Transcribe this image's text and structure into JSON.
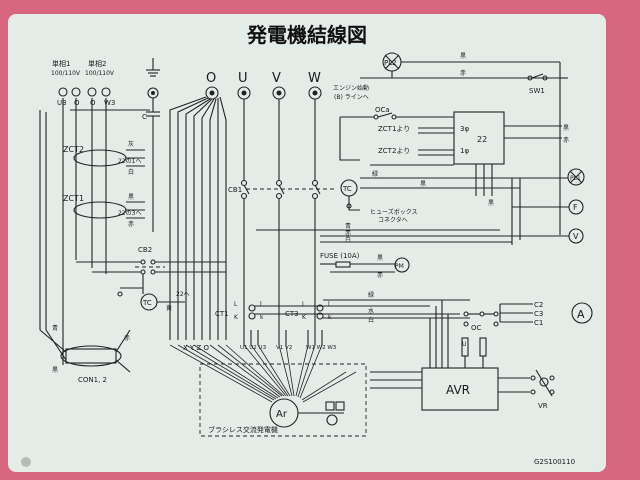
{
  "title": "発電機結線図",
  "serial": "G2S100110",
  "outlets": {
    "single1_line1": "単相1",
    "single1_line2": "100/110V",
    "single2_line1": "単相2",
    "single2_line2": "100/110V",
    "u3": "U3",
    "o_a": "O",
    "o_b": "O",
    "w3": "W3"
  },
  "capacitor": "C",
  "terminals": {
    "o": "O",
    "u": "U",
    "v": "V",
    "w": "W"
  },
  "pl2": "PL2",
  "pl1": "PL1",
  "engine_note_1": "エンジン始動",
  "engine_note_2": "(B) ラインへ",
  "oca": "OCa",
  "zct1_to": "ZCT1より",
  "zct2_to": "ZCT2より",
  "phase3": "3φ",
  "phase1": "1φ",
  "relay_num": "22",
  "sw1": "SW1",
  "f_meter": "F",
  "v_meter": "V",
  "a_meter": "A",
  "tc": "TC",
  "cb1": "CB1",
  "cb2": "CB2",
  "zct2": "ZCT2",
  "zct1": "ZCT1",
  "to_22_a": "22の1ヘ",
  "to_22_b": "22の3ヘ",
  "to_22_c": "22へ",
  "fuse_box_1": "ヒューズボックス",
  "fuse_box_2": "コネクタへ",
  "fuse": "FUSE (10A)",
  "pm": "PM",
  "ct1": "CT1",
  "ct3": "CT3",
  "c1": "C1",
  "c2": "C2",
  "c3": "C3",
  "oc": "OC",
  "ocu": "U",
  "avr": "AVR",
  "vr": "VR",
  "ar": "Ar",
  "xyzo": "X Y Z O",
  "u1u2u3": "U1 U2 U3",
  "v1v2": "V1 V2",
  "w1w2w3": "W1 W2 W3",
  "brushless": "ブラシレス交流発電機",
  "con": "CON1, 2",
  "ct_labels": {
    "l": "L",
    "k": "K",
    "l2": "l",
    "k2": "k"
  },
  "wire_colors": {
    "kuro": "黒",
    "aka": "赤",
    "shiro": "白",
    "ao": "青",
    "midori": "緑",
    "mizu": "水",
    "ki": "黄",
    "cha": "茶",
    "hai": "灰"
  },
  "colors": {
    "background": "#d8667e",
    "panel": "#e4ece8",
    "ink": "#222222"
  }
}
